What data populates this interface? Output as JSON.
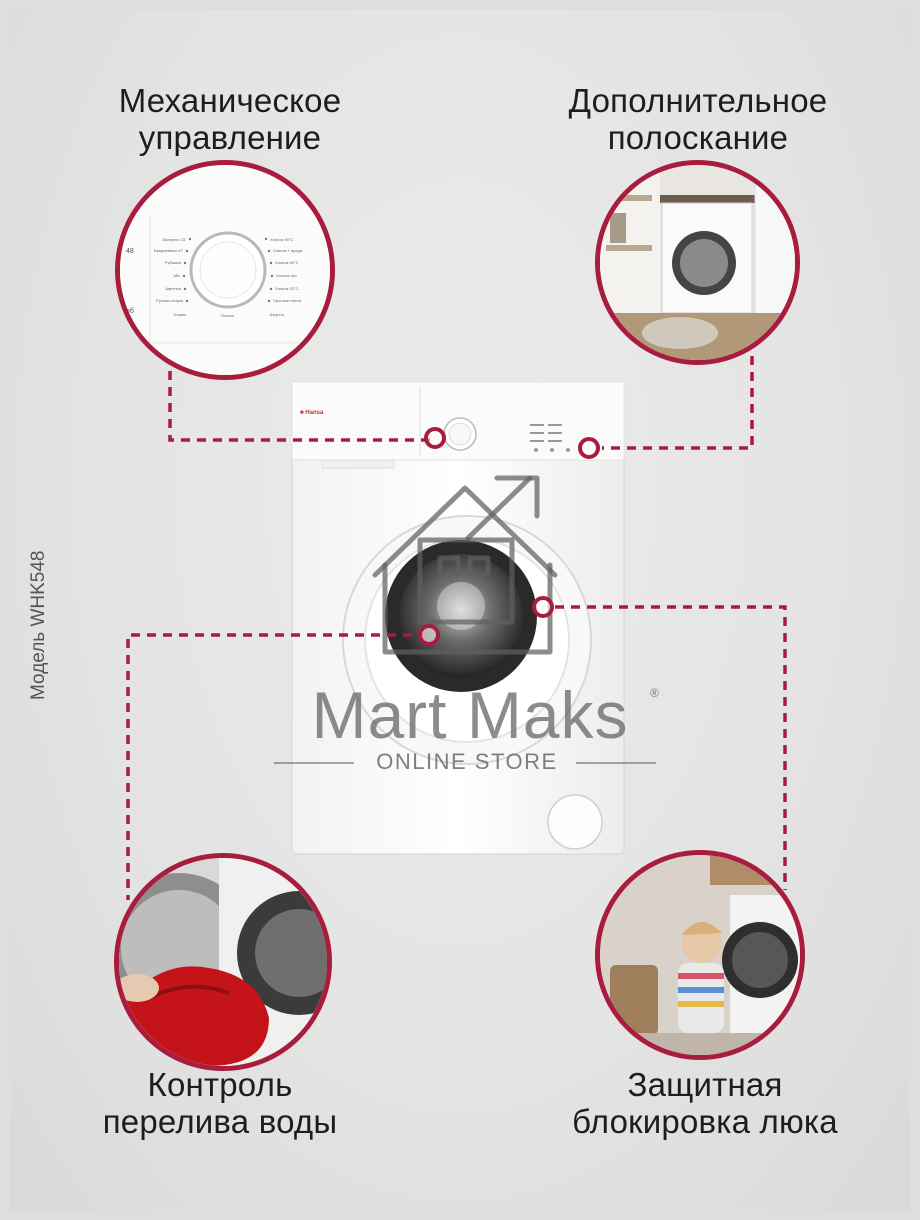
{
  "features": {
    "top_left": {
      "line1": "Механическое",
      "line2": "управление"
    },
    "top_right": {
      "line1": "Дополнительное",
      "line2": "полоскание"
    },
    "bottom_left": {
      "line1": "Контроль",
      "line2": "перелива воды"
    },
    "bottom_right": {
      "line1": "Защитная",
      "line2": "блокировка люка"
    }
  },
  "model_label": "Модель WHK548",
  "washer": {
    "brand": "Hansa"
  },
  "program_panel": {
    "left": [
      "Экспресс 15'",
      "Ежедневная 47'",
      "Рубашки",
      "Mix",
      "Цветное",
      "Ручная стирка",
      "Отжим"
    ],
    "right": [
      "Хлопок 90°C",
      "Хлопок + предв.",
      "Хлопок 60°C",
      "Хлопок эко",
      "Хлопок 20°C",
      "Простые пятна",
      "Шерсть"
    ],
    "bottom": "Полоск.",
    "edge_left_top": "48",
    "edge_left_bottom": "об"
  },
  "watermark": {
    "name": "Mart Maks",
    "store": "ONLINE STORE",
    "registered": "®"
  },
  "colors": {
    "accent": "#a81c3d",
    "background": "#e3e3e3"
  }
}
